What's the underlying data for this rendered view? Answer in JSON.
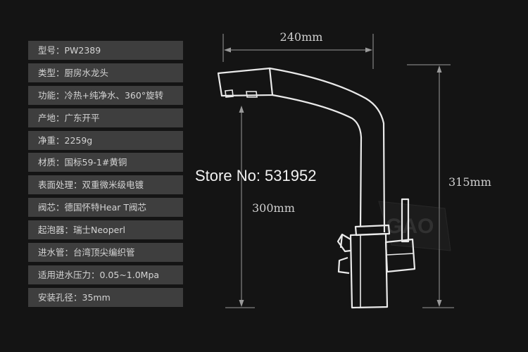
{
  "specs": [
    "型号：PW2389",
    "类型：厨房水龙头",
    "功能：冷热+纯净水、360°旋转",
    "产地：广东开平",
    "净重：2259g",
    "材质：国标59-1#黄铜",
    "表面处理：双重微米级电镀",
    "阀芯：德国怀特Hear T阀芯",
    "起泡器：瑞士Neoperl",
    "进水管：台湾顶尖编织管",
    "适用进水压力：0.05~1.0Mpa",
    "安装孔径：35mm"
  ],
  "dimensions": {
    "width_label": "240mm",
    "total_height_label": "315mm",
    "spout_height_label": "300mm"
  },
  "watermark": {
    "store_text": "Store No: 531952",
    "logo_text": "GAO"
  },
  "colors": {
    "background": "#141414",
    "row_background": "#3e3e3e",
    "line": "#eaeaea"
  }
}
